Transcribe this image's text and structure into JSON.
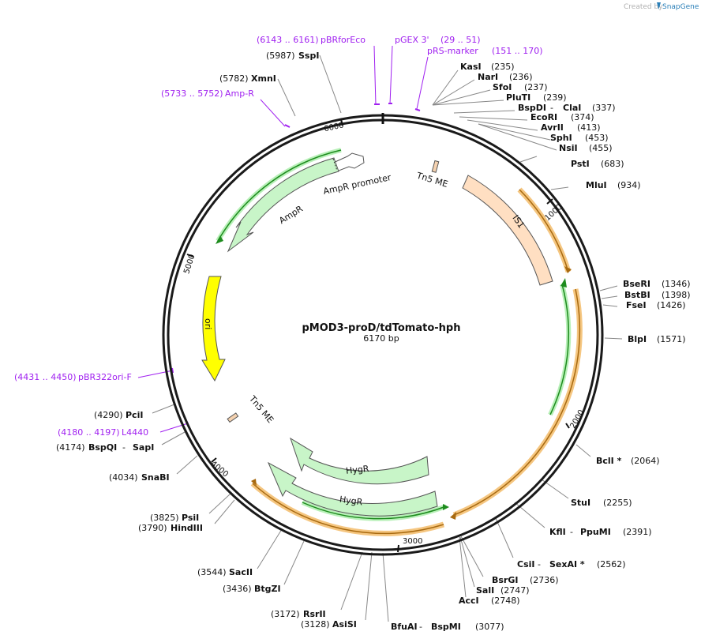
{
  "header": {
    "watermark": "Created by",
    "brand": "SnapGene",
    "brand_color": "#2a7fb8"
  },
  "plasmid": {
    "name": "pMOD3-proD/tdTomato-hph",
    "length_label": "6170 bp"
  },
  "ticks": [
    "1000",
    "2000",
    "3000",
    "4000",
    "5000",
    "6000"
  ],
  "sites": [
    {
      "name": "SspI",
      "pos": "(5987)"
    },
    {
      "name": "XmnI",
      "pos": "(5782)"
    },
    {
      "name": "KasI",
      "pos": "(235)"
    },
    {
      "name": "NarI",
      "pos": "(236)"
    },
    {
      "name": "SfoI",
      "pos": "(237)"
    },
    {
      "name": "PluTI",
      "pos": "(239)"
    },
    {
      "name": "BspDI",
      "sep": " - ",
      "name2": "ClaI",
      "pos": "(337)"
    },
    {
      "name": "EcoRI",
      "pos": "(374)"
    },
    {
      "name": "AvrII",
      "pos": "(413)"
    },
    {
      "name": "SphI",
      "pos": "(453)"
    },
    {
      "name": "NsiI",
      "pos": "(455)"
    },
    {
      "name": "PstI",
      "pos": "(683)"
    },
    {
      "name": "MluI",
      "pos": "(934)"
    },
    {
      "name": "BseRI",
      "pos": "(1346)"
    },
    {
      "name": "BstBI",
      "pos": "(1398)"
    },
    {
      "name": "FseI",
      "pos": "(1426)"
    },
    {
      "name": "BlpI",
      "pos": "(1571)"
    },
    {
      "name": "BclI *",
      "pos": "(2064)"
    },
    {
      "name": "StuI",
      "pos": "(2255)"
    },
    {
      "name": "KflI",
      "sep": " - ",
      "name2": "PpuMI",
      "pos": "(2391)"
    },
    {
      "name": "CsiI",
      "sep": " - ",
      "name2": "SexAI *",
      "pos": "(2562)"
    },
    {
      "name": "BsrGI",
      "pos": "(2736)"
    },
    {
      "name": "SalI",
      "pos": "(2747)"
    },
    {
      "name": "AccI",
      "pos": "(2748)"
    },
    {
      "name": "BfuAI",
      "sep": " - ",
      "name2": "BspMI",
      "pos": "(3077)"
    },
    {
      "name": "AsiSI",
      "pos": "(3128)"
    },
    {
      "name": "RsrII",
      "pos": "(3172)"
    },
    {
      "name": "BtgZI",
      "pos": "(3436)"
    },
    {
      "name": "SacII",
      "pos": "(3544)"
    },
    {
      "name": "HindIII",
      "pos": "(3790)"
    },
    {
      "name": "PsiI",
      "pos": "(3825)"
    },
    {
      "name": "SnaBI",
      "pos": "(4034)"
    },
    {
      "name": "BspQI",
      "sep": " - ",
      "name2": "SapI",
      "pos": "(4174)"
    },
    {
      "name": "PciI",
      "pos": "(4290)"
    }
  ],
  "primers": [
    {
      "range": "(6143 .. 6161)",
      "name": "pBRforEco"
    },
    {
      "range": "",
      "name": "pGEX 3'"
    },
    {
      "range": "(29 .. 51)",
      "name": ""
    },
    {
      "range": "(151 .. 170)",
      "name": "pRS-marker"
    },
    {
      "range": "(5733 .. 5752)",
      "name": "Amp-R"
    },
    {
      "range": "(4431 .. 4450)",
      "name": "pBR322ori-F"
    },
    {
      "range": "(4180 .. 4197)",
      "name": "L4440"
    }
  ],
  "features": {
    "ampr_promoter": "AmpR promoter",
    "ampr": "AmpR",
    "tn5_top": "Tn5 ME",
    "is1": "IS1",
    "ori": "ori",
    "tn5_bottom": "Tn5 ME",
    "hygr_1": "HygR",
    "hygr_2": "HygR"
  },
  "colors": {
    "backbone": "#1a1a1a",
    "ampr_fill": "#c8f5c8",
    "ori_fill": "#ffff00",
    "is1_fill": "#ffdfc2",
    "orf_orange": "#f0a020",
    "orf_green": "#1e8c1e",
    "primer": "#a020f0",
    "line": "#888888"
  }
}
